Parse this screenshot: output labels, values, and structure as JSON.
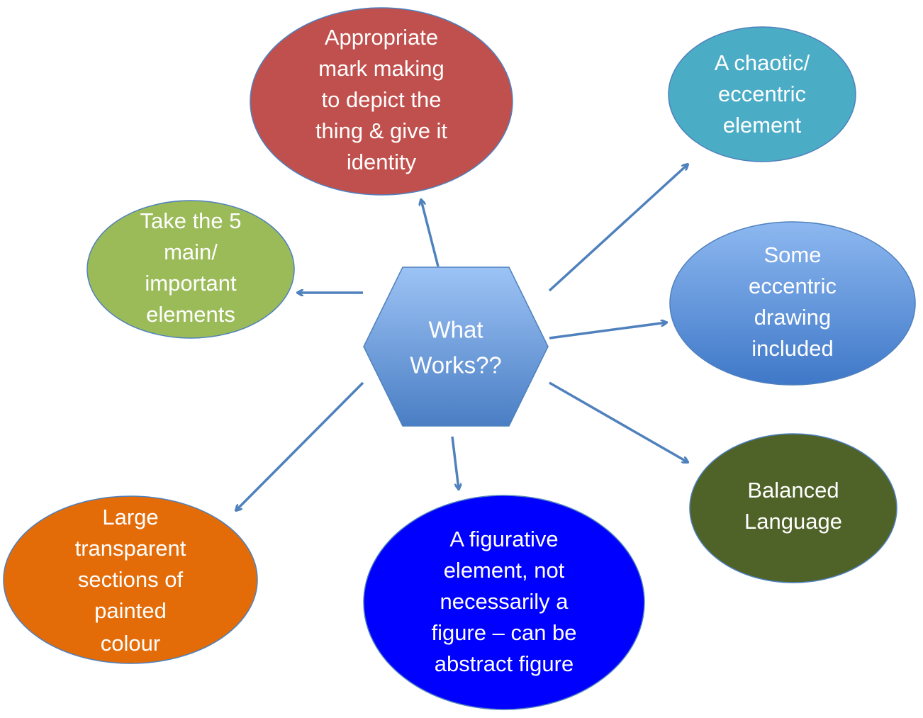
{
  "hub": {
    "lines": [
      "What",
      "Works??"
    ]
  },
  "nodes": [
    {
      "id": "mark-making",
      "lines": [
        "Appropriate",
        "mark making",
        "to depict the",
        "thing & give it",
        "identity"
      ],
      "color": "#c0504d"
    },
    {
      "id": "chaotic",
      "lines": [
        "A chaotic/",
        "eccentric",
        "element"
      ],
      "color": "#4bacc6"
    },
    {
      "id": "main-elements",
      "lines": [
        "Take the 5",
        "main/",
        "important",
        "elements"
      ],
      "color": "#9bbb59"
    },
    {
      "id": "eccentric-drawing",
      "lines": [
        "Some",
        "eccentric",
        "drawing",
        "included"
      ],
      "color": "#5b8fd9"
    },
    {
      "id": "balanced-language",
      "lines": [
        "Balanced",
        "Language"
      ],
      "color": "#4f6228"
    },
    {
      "id": "figurative",
      "lines": [
        "A figurative",
        "element, not",
        "necessarily a",
        "figure – can be",
        "abstract figure"
      ],
      "color": "#0000ff"
    },
    {
      "id": "transparent-sections",
      "lines": [
        "Large",
        "transparent",
        "sections of",
        "painted",
        "colour"
      ],
      "color": "#e36c09"
    }
  ],
  "colors": {
    "arrow": "#4f81bd",
    "hub_top": "#8db3e2",
    "hub_bottom": "#4a7ec4"
  }
}
